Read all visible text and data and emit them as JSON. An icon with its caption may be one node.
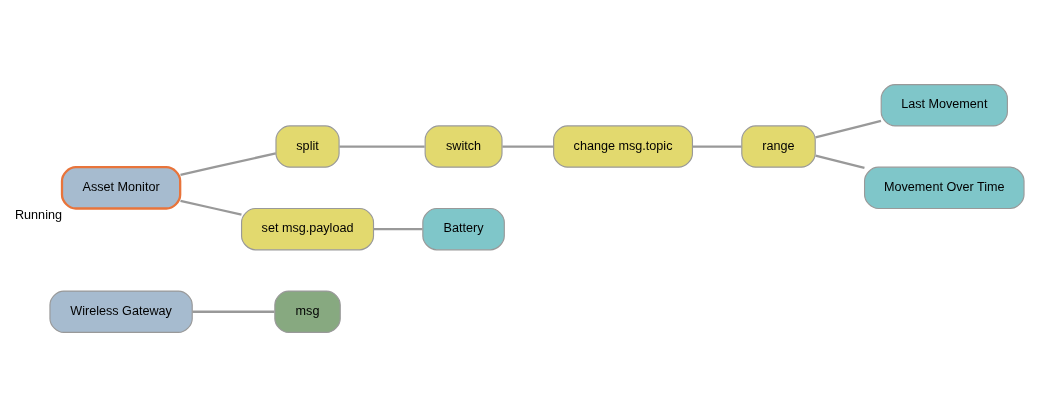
{
  "diagram": {
    "nodes": [
      {
        "text": [
          "Wireless Gateway"
        ]
      },
      {
        "text": [
          "msg"
        ]
      },
      {
        "text": [
          "Asset Monitor"
        ],
        "beside": [
          "Running"
        ]
      },
      {
        "text": [
          "split"
        ]
      },
      {
        "text": [
          "switch"
        ]
      },
      {
        "text": [
          "change msg.topic"
        ]
      },
      {
        "text": [
          "range"
        ]
      },
      {
        "text": [
          "Last Movement"
        ]
      },
      {
        "text": [
          "Movement Over Time"
        ]
      },
      {
        "text": [
          "set msg.payload"
        ]
      },
      {
        "text": [
          "Battery"
        ]
      }
    ],
    "edges": [
      {
        "from": 0,
        "to": 1,
        "arrow": "none"
      },
      {
        "from": 2,
        "to": 3,
        "arrow": "none"
      },
      {
        "from": 3,
        "to": 4,
        "arrow": "none"
      },
      {
        "from": 4,
        "to": 5,
        "arrow": "none"
      },
      {
        "from": 5,
        "to": 6,
        "arrow": "none"
      },
      {
        "from": 6,
        "to": 7,
        "arrow": "none"
      },
      {
        "from": 6,
        "to": 8,
        "arrow": "none"
      },
      {
        "from": 2,
        "to": 9,
        "arrow": "none"
      },
      {
        "from": 9,
        "to": 10,
        "arrow": "none"
      }
    ]
  }
}
